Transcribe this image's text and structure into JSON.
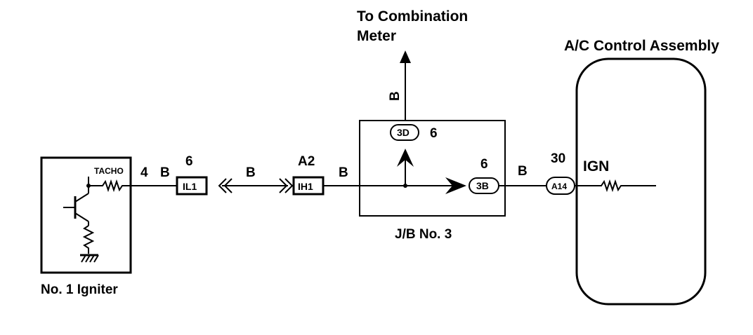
{
  "labels": {
    "combination_meter_line1": "To Combination",
    "combination_meter_line2": "Meter",
    "ac_control": "A/C Control Assembly",
    "igniter": "No. 1 Igniter",
    "junction_block": "J/B No. 3",
    "tacho": "TACHO",
    "ign": "IGN"
  },
  "wires": {
    "igniter_out_pin": "4",
    "w1": "B",
    "w2": "B",
    "w3": "B",
    "w4": "B",
    "w_meter": "B"
  },
  "connectors": {
    "il1": {
      "name": "IL1",
      "pin": "6"
    },
    "ih1": {
      "name": "IH1",
      "pin": "A2"
    },
    "jb3d": {
      "name": "3D",
      "pin": "6"
    },
    "jb3b": {
      "name": "3B",
      "pin": "6"
    },
    "a14": {
      "name": "A14",
      "pin": "30"
    }
  }
}
